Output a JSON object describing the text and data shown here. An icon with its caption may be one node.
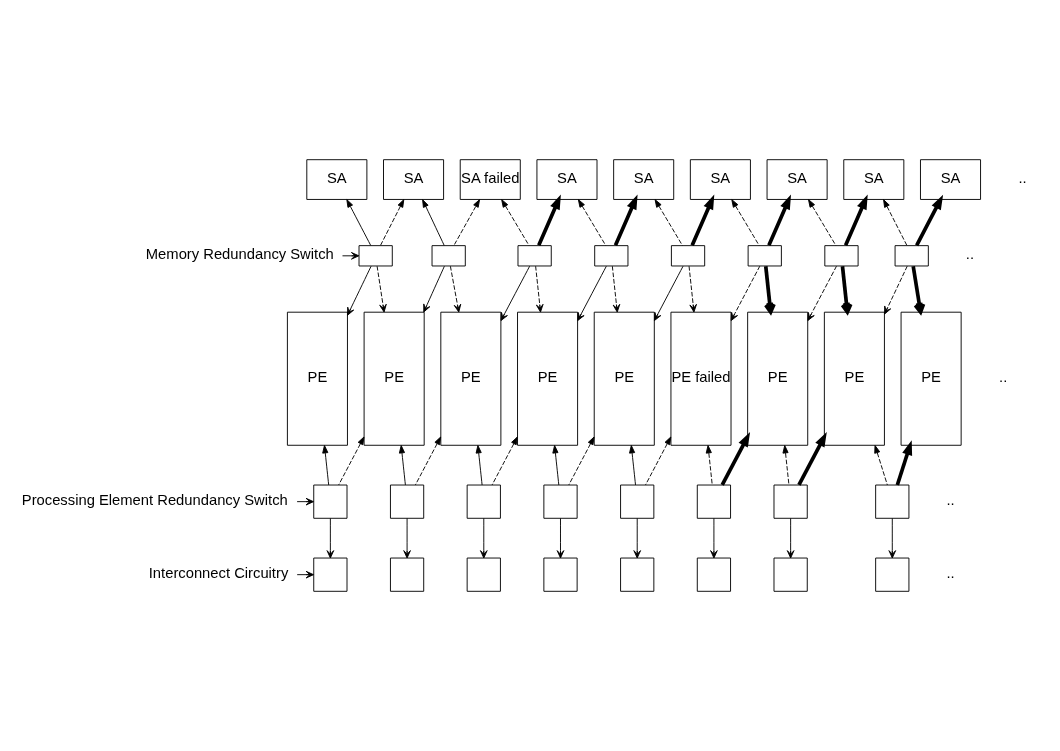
{
  "diagram": {
    "nodes": [
      {
        "text": [
          "SA"
        ]
      },
      {
        "text": [
          "SA"
        ]
      },
      {
        "text": [
          "SA failed"
        ]
      },
      {
        "text": [
          "SA"
        ]
      },
      {
        "text": [
          "SA"
        ]
      },
      {
        "text": [
          "SA"
        ]
      },
      {
        "text": [
          "SA"
        ]
      },
      {
        "text": [
          "SA"
        ]
      },
      {
        "text": [
          "SA"
        ]
      },
      {
        "text": [
          "Memory Redundancy Switch"
        ]
      },
      {
        "text": [],
        "shape": "box"
      },
      {
        "text": [],
        "shape": "box"
      },
      {
        "text": [],
        "shape": "box"
      },
      {
        "text": [],
        "shape": "box"
      },
      {
        "text": [],
        "shape": "box"
      },
      {
        "text": [],
        "shape": "box"
      },
      {
        "text": [],
        "shape": "box"
      },
      {
        "text": [],
        "shape": "box"
      },
      {
        "text": [
          "PE"
        ]
      },
      {
        "text": [
          "PE"
        ]
      },
      {
        "text": [
          "PE"
        ]
      },
      {
        "text": [
          "PE"
        ]
      },
      {
        "text": [
          "PE"
        ]
      },
      {
        "text": [
          "PE failed"
        ]
      },
      {
        "text": [
          "PE"
        ]
      },
      {
        "text": [
          "PE"
        ]
      },
      {
        "text": [
          "PE"
        ]
      },
      {
        "text": [
          "Processing Element Redundancy Switch"
        ]
      },
      {
        "text": [],
        "shape": "box"
      },
      {
        "text": [],
        "shape": "box"
      },
      {
        "text": [],
        "shape": "box"
      },
      {
        "text": [],
        "shape": "box"
      },
      {
        "text": [],
        "shape": "box"
      },
      {
        "text": [],
        "shape": "box"
      },
      {
        "text": [],
        "shape": "box"
      },
      {
        "text": [],
        "shape": "box"
      },
      {
        "text": [
          "Interconnect Circuitry"
        ]
      },
      {
        "text": [],
        "shape": "box"
      },
      {
        "text": [],
        "shape": "box"
      },
      {
        "text": [],
        "shape": "box"
      },
      {
        "text": [],
        "shape": "box"
      },
      {
        "text": [],
        "shape": "box"
      },
      {
        "text": [],
        "shape": "box"
      },
      {
        "text": [],
        "shape": "box"
      },
      {
        "text": [],
        "shape": "box"
      }
    ],
    "edges": [
      {
        "from": 9,
        "to": 10,
        "arrow": "to"
      },
      {
        "from": 10,
        "to": 0,
        "arrow": "to"
      },
      {
        "from": 10,
        "to": 1,
        "arrow": "to",
        "style": "dashed"
      },
      {
        "from": 11,
        "to": 1,
        "arrow": "to"
      },
      {
        "from": 11,
        "to": 2,
        "arrow": "to",
        "style": "dashed"
      },
      {
        "from": 12,
        "to": 2,
        "arrow": "to",
        "style": "dashed"
      },
      {
        "from": 12,
        "to": 3,
        "arrow": "to",
        "style": "thick"
      },
      {
        "from": 13,
        "to": 3,
        "arrow": "to",
        "style": "dashed"
      },
      {
        "from": 13,
        "to": 4,
        "arrow": "to",
        "style": "thick"
      },
      {
        "from": 14,
        "to": 4,
        "arrow": "to",
        "style": "dashed"
      },
      {
        "from": 14,
        "to": 5,
        "arrow": "to",
        "style": "thick"
      },
      {
        "from": 15,
        "to": 5,
        "arrow": "to",
        "style": "dashed"
      },
      {
        "from": 15,
        "to": 6,
        "arrow": "to",
        "style": "thick"
      },
      {
        "from": 16,
        "to": 6,
        "arrow": "to",
        "style": "dashed"
      },
      {
        "from": 16,
        "to": 7,
        "arrow": "to",
        "style": "thick"
      },
      {
        "from": 17,
        "to": 7,
        "arrow": "to",
        "style": "dashed"
      },
      {
        "from": 17,
        "to": 8,
        "arrow": "to",
        "style": "thick"
      },
      {
        "from": 10,
        "to": 18,
        "arrow": "to"
      },
      {
        "from": 10,
        "to": 19,
        "arrow": "to",
        "style": "dashed"
      },
      {
        "from": 11,
        "to": 19,
        "arrow": "to"
      },
      {
        "from": 11,
        "to": 20,
        "arrow": "to",
        "style": "dashed"
      },
      {
        "from": 12,
        "to": 20,
        "arrow": "to"
      },
      {
        "from": 12,
        "to": 21,
        "arrow": "to",
        "style": "dashed"
      },
      {
        "from": 13,
        "to": 21,
        "arrow": "to"
      },
      {
        "from": 13,
        "to": 22,
        "arrow": "to",
        "style": "dashed"
      },
      {
        "from": 14,
        "to": 22,
        "arrow": "to"
      },
      {
        "from": 14,
        "to": 23,
        "arrow": "to",
        "style": "dashed"
      },
      {
        "from": 15,
        "to": 23,
        "arrow": "to",
        "style": "dashed"
      },
      {
        "from": 15,
        "to": 24,
        "arrow": "to",
        "style": "thick"
      },
      {
        "from": 16,
        "to": 24,
        "arrow": "to",
        "style": "dashed"
      },
      {
        "from": 16,
        "to": 25,
        "arrow": "to",
        "style": "thick"
      },
      {
        "from": 17,
        "to": 25,
        "arrow": "to",
        "style": "dashed"
      },
      {
        "from": 17,
        "to": 26,
        "arrow": "to",
        "style": "thick"
      },
      {
        "from": 27,
        "to": 28,
        "arrow": "to"
      },
      {
        "from": 28,
        "to": 18,
        "arrow": "to"
      },
      {
        "from": 28,
        "to": 19,
        "arrow": "to",
        "style": "dashed"
      },
      {
        "from": 29,
        "to": 19,
        "arrow": "to"
      },
      {
        "from": 29,
        "to": 20,
        "arrow": "to",
        "style": "dashed"
      },
      {
        "from": 30,
        "to": 20,
        "arrow": "to"
      },
      {
        "from": 30,
        "to": 21,
        "arrow": "to",
        "style": "dashed"
      },
      {
        "from": 31,
        "to": 21,
        "arrow": "to"
      },
      {
        "from": 31,
        "to": 22,
        "arrow": "to",
        "style": "dashed"
      },
      {
        "from": 32,
        "to": 22,
        "arrow": "to"
      },
      {
        "from": 32,
        "to": 23,
        "arrow": "to",
        "style": "dashed"
      },
      {
        "from": 33,
        "to": 23,
        "arrow": "to",
        "style": "dashed"
      },
      {
        "from": 33,
        "to": 24,
        "arrow": "to",
        "style": "thick"
      },
      {
        "from": 34,
        "to": 24,
        "arrow": "to",
        "style": "dashed"
      },
      {
        "from": 34,
        "to": 25,
        "arrow": "to",
        "style": "thick"
      },
      {
        "from": 35,
        "to": 25,
        "arrow": "to",
        "style": "dashed"
      },
      {
        "from": 35,
        "to": 26,
        "arrow": "to",
        "style": "thick"
      },
      {
        "from": 36,
        "to": 37,
        "arrow": "to"
      },
      {
        "from": 28,
        "to": 37,
        "arrow": "to"
      },
      {
        "from": 29,
        "to": 38,
        "arrow": "to"
      },
      {
        "from": 30,
        "to": 39,
        "arrow": "to"
      },
      {
        "from": 31,
        "to": 40,
        "arrow": "to"
      },
      {
        "from": 32,
        "to": 41,
        "arrow": "to"
      },
      {
        "from": 33,
        "to": 42,
        "arrow": "to"
      },
      {
        "from": 34,
        "to": 43,
        "arrow": "to"
      },
      {
        "from": 35,
        "to": 44,
        "arrow": "to"
      }
    ],
    "labels": [
      "..",
      "..",
      "..",
      "..",
      ".."
    ]
  }
}
